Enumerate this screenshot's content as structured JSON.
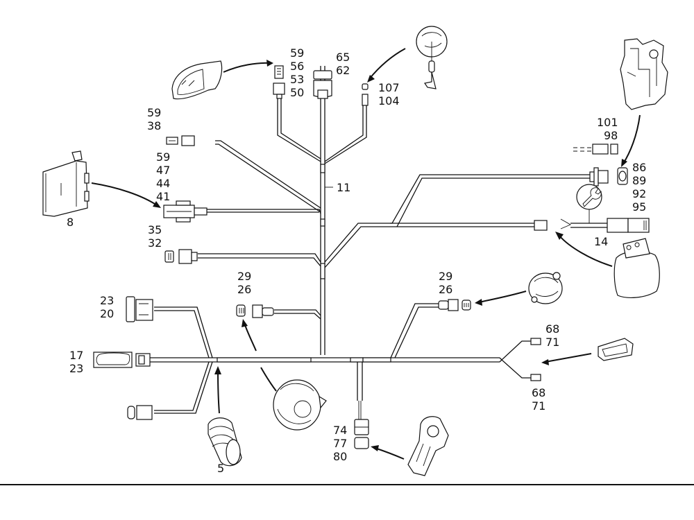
{
  "diagram": {
    "title": "Wiring harness exploded parts diagram",
    "labels": {
      "mirror_connector": [
        "59",
        "56",
        "53",
        "50"
      ],
      "dome_connector": [
        "65",
        "62"
      ],
      "lamp_connector": [
        "107",
        "104"
      ],
      "small_connector_a": [
        "59",
        "38"
      ],
      "control_unit_connector": [
        "59",
        "47",
        "44",
        "41"
      ],
      "control_unit": "8",
      "two_pin_connector": [
        "35",
        "32"
      ],
      "harness": "11",
      "lock_connector_top": [
        "101",
        "98"
      ],
      "lock_connector_round": [
        "86",
        "89",
        "92",
        "95"
      ],
      "service_connector": "14",
      "speaker_connector_left": [
        "29",
        "26"
      ],
      "speaker_connector_right": [
        "29",
        "26"
      ],
      "switch_connector_a": [
        "23",
        "20"
      ],
      "switch_connector_b": [
        "17",
        "23"
      ],
      "grommet": "5",
      "handle_connector_top": [
        "68",
        "71"
      ],
      "handle_connector_bottom": [
        "68",
        "71"
      ],
      "motor_connector": [
        "74",
        "77",
        "80"
      ]
    }
  }
}
